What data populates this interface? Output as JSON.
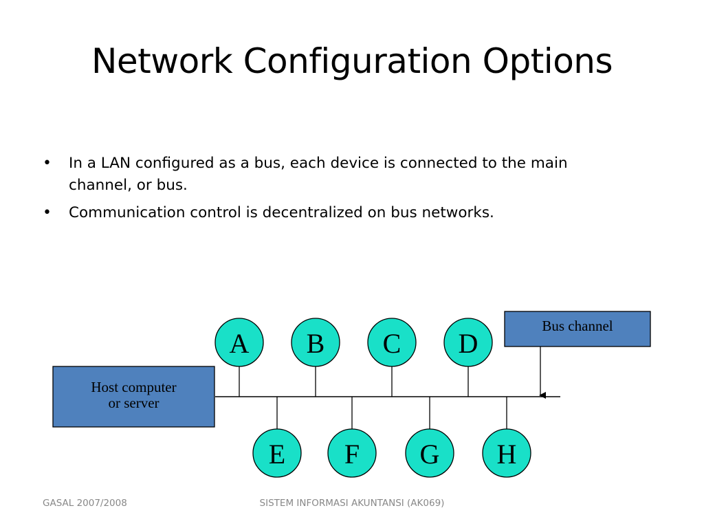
{
  "slide": {
    "title": "Network Configuration Options",
    "bullets": [
      "In a LAN configured as a bus, each device is connected to the main channel, or bus.",
      "Communication control is decentralized on bus networks."
    ]
  },
  "diagram": {
    "host_label_line1": "Host computer",
    "host_label_line2": "or server",
    "bus_channel_label": "Bus channel",
    "nodes_top": [
      "A",
      "B",
      "C",
      "D"
    ],
    "nodes_bottom": [
      "E",
      "F",
      "G",
      "H"
    ],
    "colors": {
      "box_fill": "#4f81bd",
      "node_fill": "#19e0c8",
      "stroke": "#000000"
    }
  },
  "footer": {
    "left": "GASAL 2007/2008",
    "center": "SISTEM INFORMASI AKUNTANSI (AK069)"
  }
}
